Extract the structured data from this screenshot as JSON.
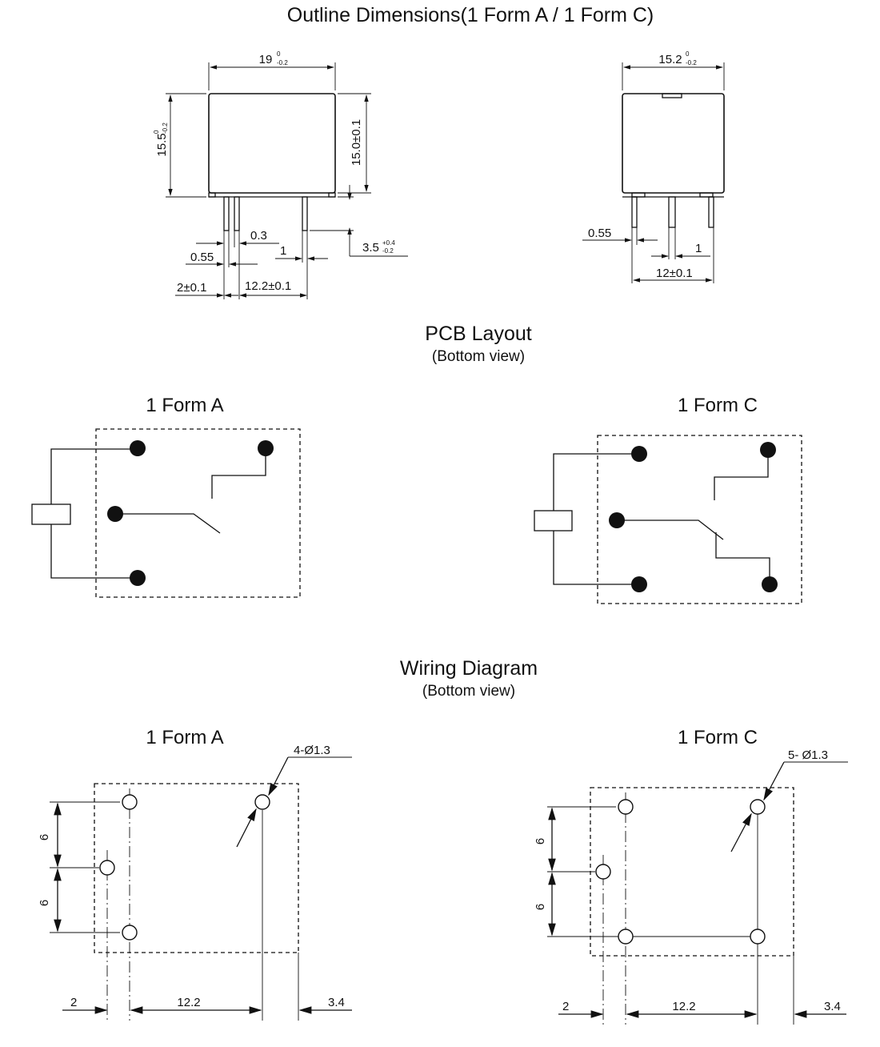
{
  "titles": {
    "outline": "Outline Dimensions(1 Form A / 1 Form C)",
    "pcb": "PCB Layout",
    "pcb_sub": "(Bottom view)",
    "wiring": "Wiring Diagram",
    "wiring_sub": "(Bottom view)"
  },
  "outline_a": {
    "width": "19",
    "width_tol_upper": "0",
    "width_tol_lower": "-0.2",
    "height": "15.5",
    "height_tol_upper": "0",
    "height_tol_lower": "-0.2",
    "body_height": "15.0±0.1",
    "pin_thickness": "0.3",
    "pin_width": "0.55",
    "pin_pitch": "1",
    "pin_length": "3.5",
    "pin_length_tol_upper": "+0.4",
    "pin_length_tol_lower": "-0.2",
    "edge_offset": "2±0.1",
    "pin_span": "12.2±0.1"
  },
  "outline_c": {
    "width": "15.2",
    "width_tol_upper": "0",
    "width_tol_lower": "-0.2",
    "pin_width": "0.55",
    "pin_pitch": "1",
    "pin_span": "12±0.1"
  },
  "pcb": {
    "form_a_label": "1 Form A",
    "form_c_label": "1 Form C"
  },
  "wiring": {
    "form_a_label": "1 Form A",
    "form_c_label": "1 Form C",
    "form_a_holes": "4-Ø1.3",
    "form_c_holes": "5- Ø1.3",
    "pitch_1": "6",
    "pitch_2": "6",
    "dim_edge": "2",
    "dim_span": "12.2",
    "dim_right": "3.4"
  }
}
